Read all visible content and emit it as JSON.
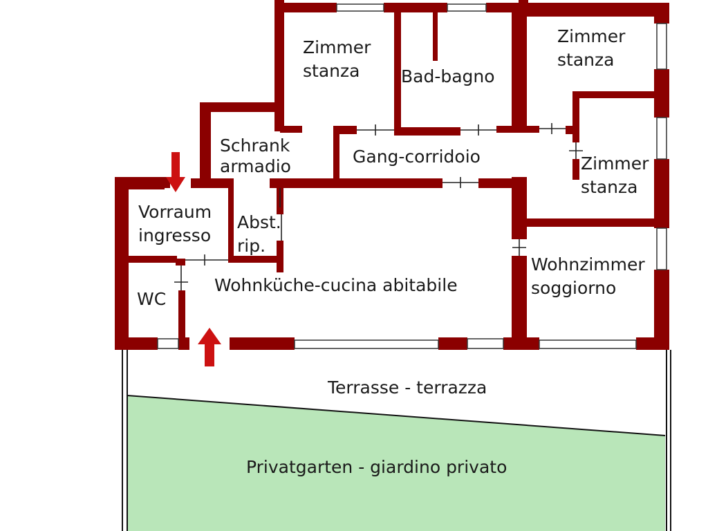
{
  "colors": {
    "wall": "#8b0000",
    "garden": "#b9e6b9",
    "arrow": "#cc1111",
    "window": "#ffffff"
  },
  "rooms": {
    "zimmer_1": {
      "l1": "Zimmer",
      "l2": "stanza"
    },
    "bad": {
      "label": "Bad-bagno"
    },
    "zimmer_2": {
      "l1": "Zimmer",
      "l2": "stanza"
    },
    "schrank": {
      "l1": "Schrank",
      "l2": "armadio"
    },
    "gang": {
      "label": "Gang-corridoio"
    },
    "zimmer_3": {
      "l1": "Zimmer",
      "l2": "stanza"
    },
    "vorraum": {
      "l1": "Vorraum",
      "l2": "ingresso"
    },
    "abst": {
      "l1": "Abst.",
      "l2": "rip."
    },
    "wohnkueche": {
      "label": "Wohnküche-cucina abitabile"
    },
    "wohnzimmer": {
      "l1": "Wohnzimmer",
      "l2": "soggiorno"
    },
    "wc": {
      "label": "WC"
    },
    "terrasse": {
      "label": "Terrasse - terrazza"
    },
    "garten": {
      "label": "Privatgarten - giardino privato"
    }
  },
  "icons": {
    "entrance_top": "entrance-arrow-down-icon",
    "entrance_bottom": "entrance-arrow-up-icon"
  }
}
